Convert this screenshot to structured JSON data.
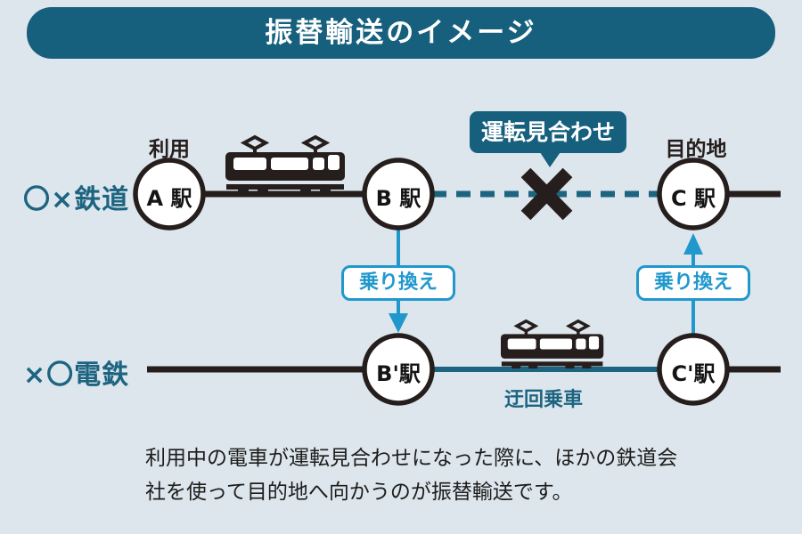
{
  "title": "振替輸送のイメージ",
  "colors": {
    "bg": "#dde6ed",
    "dark-teal": "#16607e",
    "teal": "#1d6480",
    "light-blue": "#2198cc",
    "ink": "#251e1c"
  },
  "railways": [
    {
      "name": "〇×鉄道"
    },
    {
      "name": "×〇電鉄"
    }
  ],
  "stations": [
    {
      "name": "A 駅"
    },
    {
      "name": "B 駅"
    },
    {
      "name": "C 駅"
    },
    {
      "name": "B'駅"
    },
    {
      "name": "C'駅"
    }
  ],
  "labels": {
    "origin_note": "利用",
    "destination_note": "目的地",
    "suspension": "運転見合わせ",
    "transfer": "乗り換え",
    "detour": "迂回乗車"
  },
  "caption": {
    "line1": "利用中の電車が運転見合わせになった際に、ほかの鉄道会",
    "line2": "社を使って目的地へ向かうのが振替輸送です。"
  }
}
